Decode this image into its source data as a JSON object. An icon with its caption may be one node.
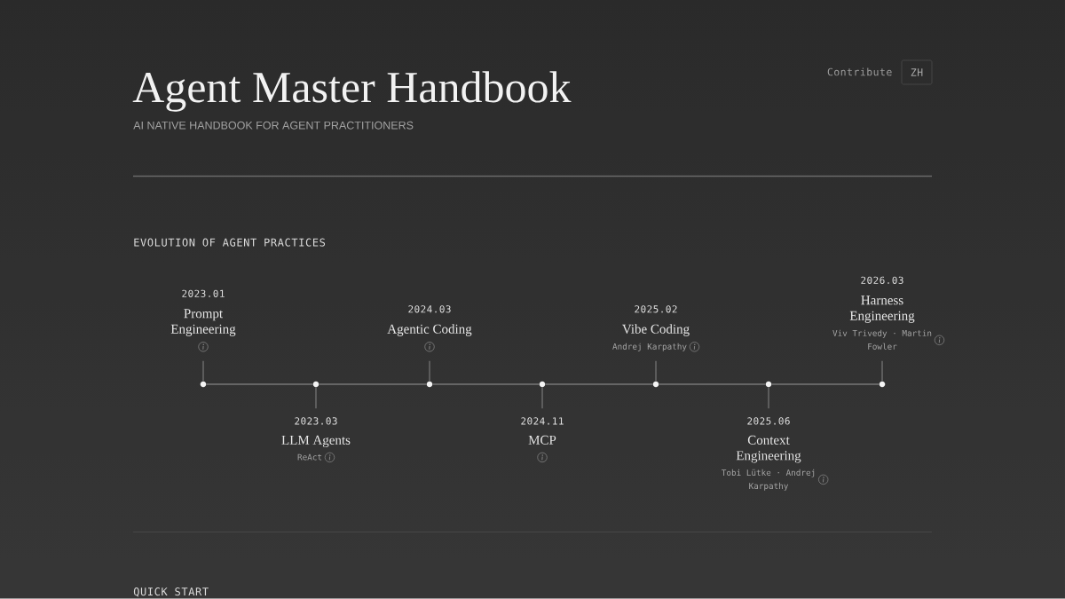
{
  "diagram": {
    "title": "Agent Master Handbook",
    "nodes": [
      {
        "text": [
          "ZH"
        ]
      },
      {
        "text": [
          "2023.01",
          "Prompt Engineering"
        ]
      },
      {
        "text": [
          "2023.03",
          "LLM Agents",
          "ReAct"
        ]
      },
      {
        "text": [
          "2024.03",
          "Agentic Coding"
        ]
      },
      {
        "text": [
          "2024.11",
          "MCP"
        ]
      },
      {
        "text": [
          "2025.02",
          "Vibe Coding",
          "Andrej Karpathy"
        ]
      },
      {
        "text": [
          "2025.06",
          "Context Engineering",
          "Tobi Lütke · Andrej Karpathy"
        ]
      },
      {
        "text": [
          "2026.03",
          "Harness Engineering",
          "Viv Trivedy · Martin Fowler"
        ]
      },
      {
        "text": [],
        "shape": "circle"
      },
      {
        "text": [],
        "shape": "circle"
      },
      {
        "text": [],
        "shape": "circle"
      },
      {
        "text": [],
        "shape": "circle"
      },
      {
        "text": [],
        "shape": "circle"
      },
      {
        "text": [],
        "shape": "circle"
      },
      {
        "text": [],
        "shape": "circle"
      }
    ],
    "edges": [
      {
        "from": 8,
        "to": 9,
        "arrow": "none"
      },
      {
        "from": 9,
        "to": 10,
        "arrow": "none"
      },
      {
        "from": 10,
        "to": 11,
        "arrow": "none"
      },
      {
        "from": 11,
        "to": 12,
        "arrow": "none"
      },
      {
        "from": 12,
        "to": 13,
        "arrow": "none"
      },
      {
        "from": 13,
        "to": 14,
        "arrow": "none"
      },
      {
        "from": 8,
        "to": 1,
        "arrow": "none"
      },
      {
        "from": 9,
        "to": 2,
        "arrow": "none"
      },
      {
        "from": 10,
        "to": 3,
        "arrow": "none"
      },
      {
        "from": 11,
        "to": 4,
        "arrow": "none"
      },
      {
        "from": 12,
        "to": 5,
        "arrow": "none"
      },
      {
        "from": 13,
        "to": 6,
        "arrow": "none"
      },
      {
        "from": 14,
        "to": 7,
        "arrow": "none"
      }
    ],
    "labels": [
      "Contribute",
      "AI NATIVE HANDBOOK FOR AGENT PRACTITIONERS",
      "EVOLUTION OF AGENT PRACTICES",
      "QUICK START"
    ]
  }
}
